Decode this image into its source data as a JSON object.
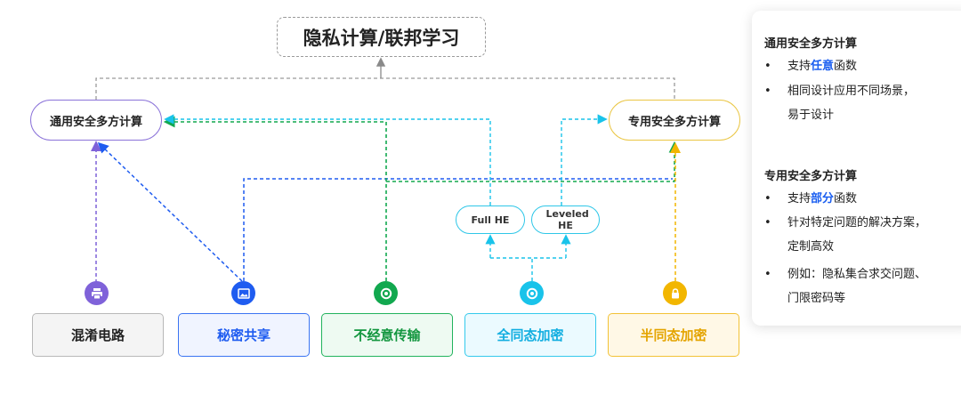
{
  "title": "隐私计算/联邦学习",
  "nodes": {
    "general": "通用安全多方计算",
    "special": "专用安全多方计算",
    "full_he": "Full HE",
    "leveled_he": "Leveled HE"
  },
  "techs": [
    {
      "label": "混淆电路",
      "color": "#7f62d9",
      "bg": "#f4f4f4",
      "border": "#b8b8b8",
      "text_color": "#222222",
      "icon": "printer-icon"
    },
    {
      "label": "秘密共享",
      "color": "#1f5cf0",
      "bg": "#f0f4ff",
      "border": "#3b74f2",
      "text_color": "#1f5cf0",
      "icon": "image-icon"
    },
    {
      "label": "不经意传输",
      "color": "#12a84f",
      "bg": "#eefaf2",
      "border": "#22b35d",
      "text_color": "#13963f",
      "icon": "target-icon"
    },
    {
      "label": "全同态加密",
      "color": "#19c3ea",
      "bg": "#ebfaff",
      "border": "#34c9ec",
      "text_color": "#12aee0",
      "icon": "target-icon"
    },
    {
      "label": "半同态加密",
      "color": "#f2b600",
      "bg": "#fff8e6",
      "border": "#f2c236",
      "text_color": "#e4a400",
      "icon": "lock-icon"
    }
  ],
  "panel": {
    "general_title": "通用安全多方计算",
    "general_items": [
      {
        "pre": "支持",
        "hl": "任意",
        "post": "函数"
      },
      {
        "pre": "相同设计应用不同场景，",
        "hl": "",
        "post": "",
        "cont": "易于设计"
      }
    ],
    "special_title": "专用安全多方计算",
    "special_items": [
      {
        "pre": "支持",
        "hl": "部分",
        "post": "函数"
      },
      {
        "pre": "针对特定问题的解决方案，",
        "hl": "",
        "post": "",
        "cont": "定制高效"
      },
      {
        "pre": "例如：隐私集合求交问题、",
        "hl": "",
        "post": "",
        "cont": "门限密码等"
      }
    ],
    "bullet": "•"
  }
}
